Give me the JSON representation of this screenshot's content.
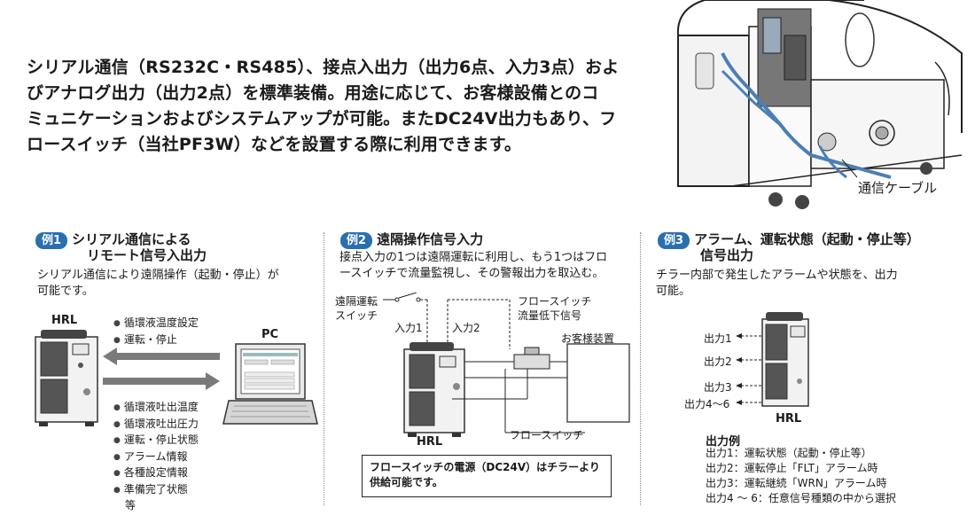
{
  "intro": {
    "lines": [
      "シリアル通信（RS232C・RS485）、接点入出力（出力6点、入力3点）およ",
      "びアナログ出力（出力2点）を標準装備。用途に応じて、お客様設備とのコ",
      "ミュニケーションおよびシステムアップが可能。またDC24V出力もあり、フ",
      "ロースイッチ（当社PF3W）などを設置する際に利用できます。"
    ]
  },
  "illustration": {
    "cable_label": "通信ケーブル"
  },
  "example1": {
    "badge": "例1",
    "title_line1": "シリアル通信による",
    "title_line2": "リモート信号入出力",
    "desc_line1": "シリアル通信により遠隔操作（起動・停止）が",
    "desc_line2": "可能です。",
    "device_label": "HRL",
    "pc_label": "PC",
    "input_items": [
      "循環液温度設定",
      "運転・停止"
    ],
    "output_items": [
      "循環液吐出温度",
      "循環液吐出圧力",
      "運転・停止状態",
      "アラーム情報",
      "各種設定情報",
      "準備完了状態"
    ],
    "output_tail": "等"
  },
  "example2": {
    "badge": "例2",
    "title": "遠隔操作信号入力",
    "desc_line1": "接点入力の1つは遠隔運転に利用し、もう1つはフロ",
    "desc_line2": "ースイッチで流量監視し、その警報出力を取込む。",
    "remote_switch_line1": "遠隔運転",
    "remote_switch_line2": "スイッチ",
    "input1": "入力1",
    "input2": "入力2",
    "flow_alarm_line1": "フロースイッチ",
    "flow_alarm_line2": "流量低下信号",
    "customer_device": "お客様装置",
    "flow_switch": "フロースイッチ",
    "device_label": "HRL",
    "note_line1": "フロースイッチの電源（DC24V）はチラーより",
    "note_line2": "供給可能です。"
  },
  "example3": {
    "badge": "例3",
    "title_line1": "アラーム、運転状態（起動・停止等）",
    "title_line2": "信号出力",
    "desc_line1": "チラー内部で発生したアラームや状態を、出力",
    "desc_line2": "可能。",
    "outputs": [
      "出力1",
      "出力2",
      "出力3",
      "出力4～6"
    ],
    "device_label": "HRL",
    "list_title": "出力例",
    "list_items": [
      "出力1：運転状態（起動・停止等）",
      "出力2：運転停止「FLT」アラーム時",
      "出力3：運転継続「WRN」アラーム時",
      "出力4 ～ 6：任意信号種類の中から選択"
    ]
  },
  "colors": {
    "accent": "#2a6fb0",
    "cable": "#4a7fb5"
  }
}
